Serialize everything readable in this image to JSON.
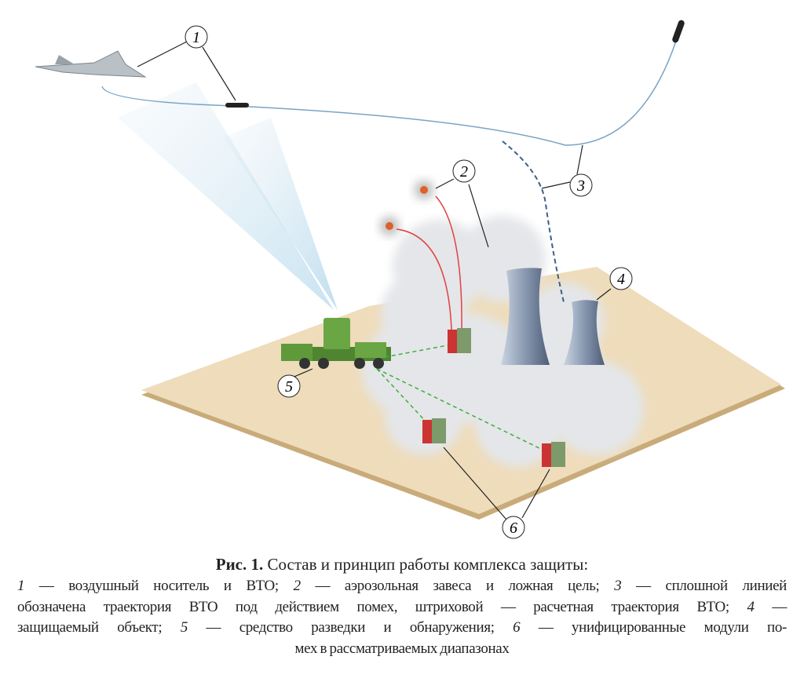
{
  "figure": {
    "callouts": [
      "1",
      "2",
      "3",
      "4",
      "5",
      "6"
    ]
  },
  "caption": {
    "title_bold": "Рис. 1.",
    "title_text": " Состав и принцип работы комплекса защиты:",
    "lines": [
      [
        {
          "n": "1",
          "t": " — воздушный носитель и ВТО; "
        },
        {
          "n": "2",
          "t": " — аэрозольная завеса и ложная цель; "
        },
        {
          "n": "3",
          "t": " — сплошной линией"
        }
      ],
      [
        {
          "n": "",
          "t": "обозначена траектория ВТО под действием помех, штриховой — расчетная траектория ВТО; "
        },
        {
          "n": "4",
          "t": " —"
        }
      ],
      [
        {
          "n": "",
          "t": "защищаемый объект; "
        },
        {
          "n": "5",
          "t": " — средство разведки и обнаружения; "
        },
        {
          "n": "6",
          "t": " — унифицированные модули по-"
        }
      ],
      [
        {
          "n": "",
          "t": "мех в рассматриваемых диапазонах"
        }
      ]
    ]
  },
  "colors": {
    "ground": "#eedcbb",
    "ground_edge": "#c9ab7a",
    "trajectory": "#7aa3c4",
    "vehicle": "#5f9a3a",
    "laser": "#e04040",
    "link": "#3fae3f"
  }
}
